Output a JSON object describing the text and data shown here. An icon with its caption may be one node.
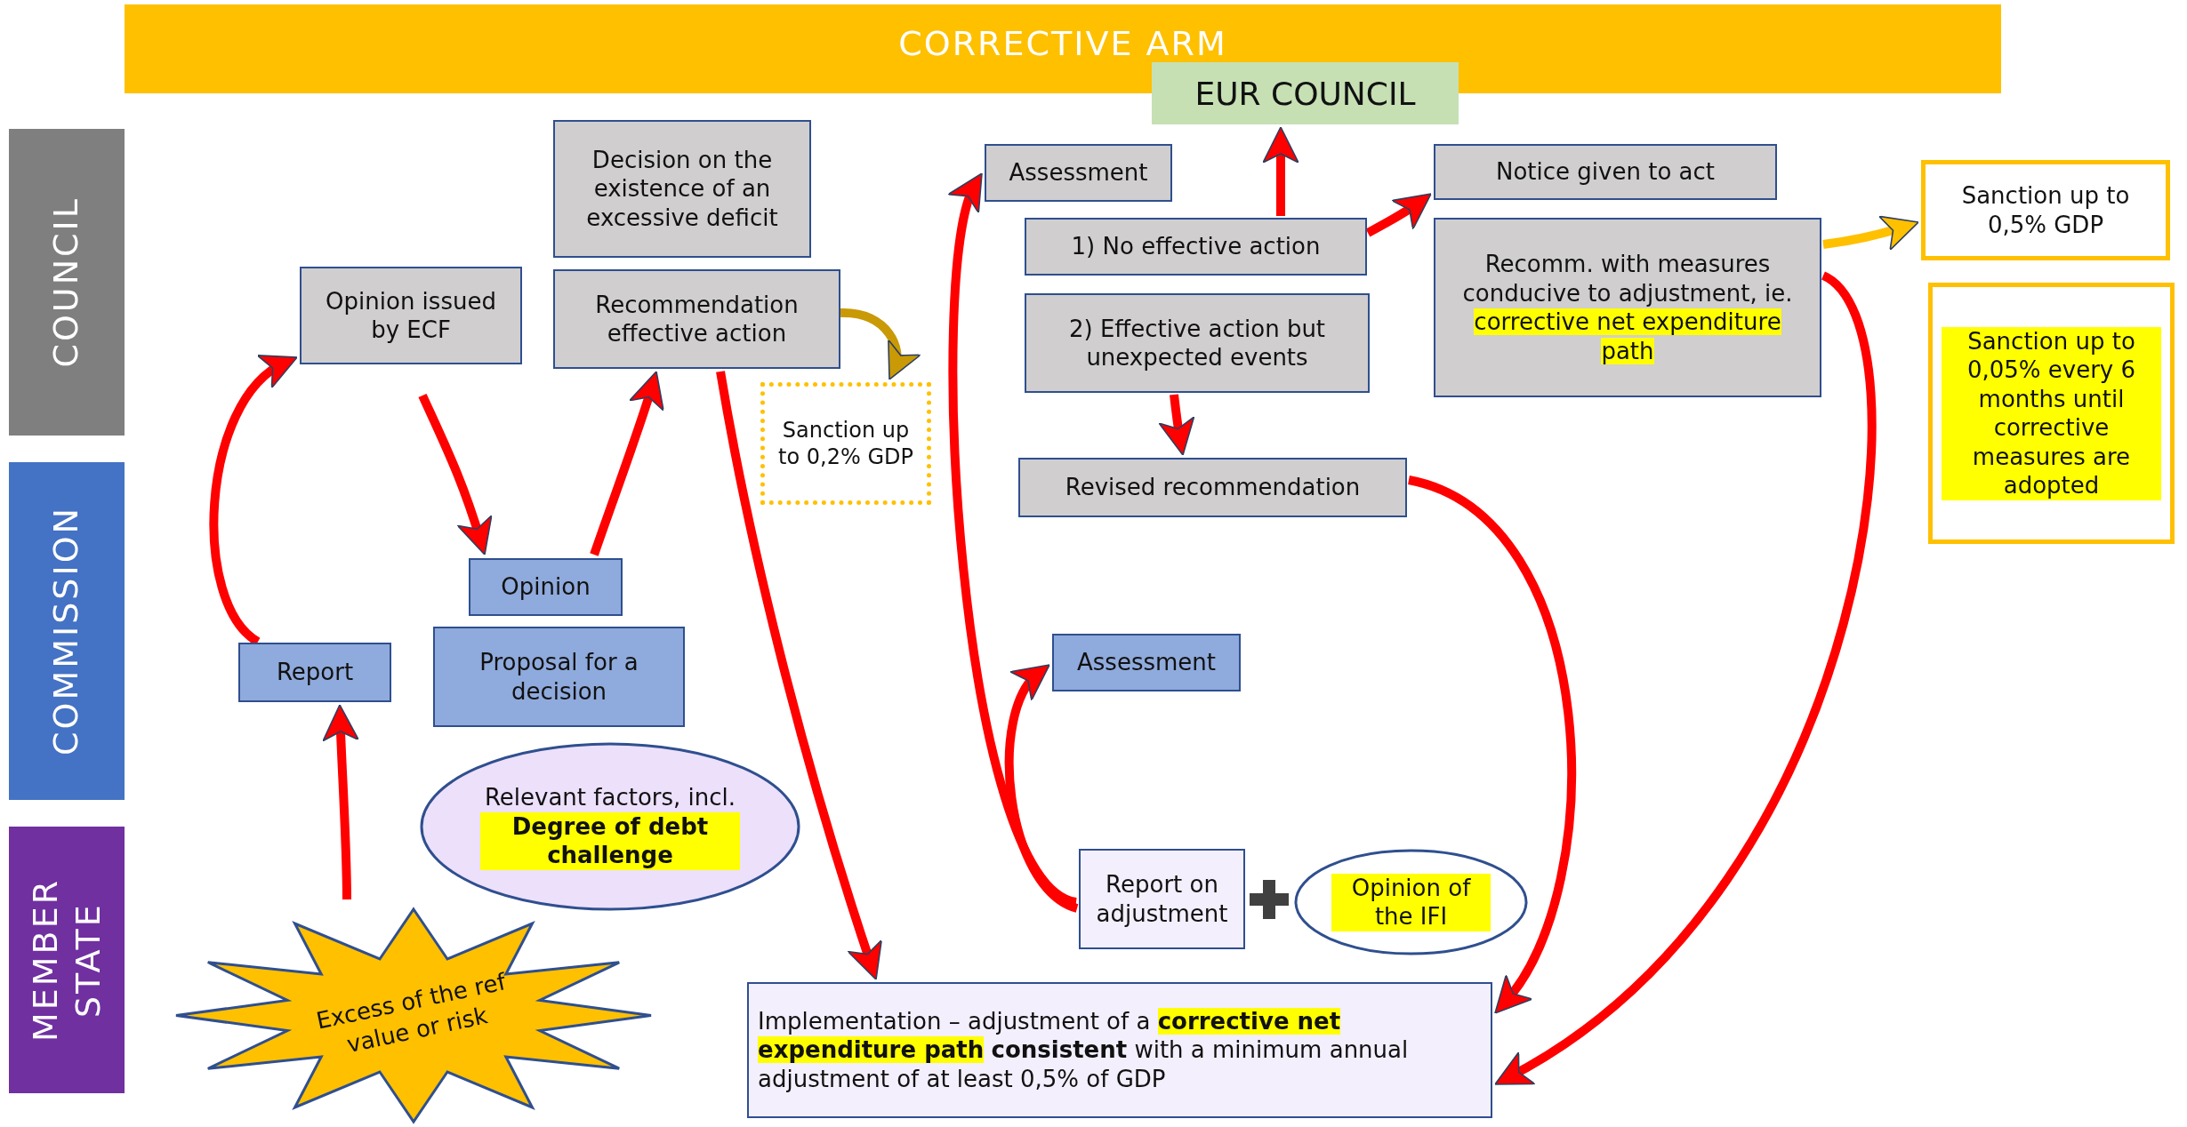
{
  "diagram": {
    "title": "CORRECTIVE ARM",
    "nodes": [
      {
        "text": [
          "COUNCIL"
        ]
      },
      {
        "text": [
          "COMMISSION"
        ]
      },
      {
        "text": [
          "MEMBER STATE"
        ]
      },
      {
        "text": [
          "EUR COUNCIL"
        ]
      },
      {
        "text": [
          "Decision on the existence of an excessive deficit"
        ]
      },
      {
        "text": [
          "Opinion issued by ECF"
        ]
      },
      {
        "text": [
          "Recommendation effective action"
        ]
      },
      {
        "text": [
          "Sanction up to 0,2% GDP"
        ]
      },
      {
        "text": [
          "Assessment"
        ]
      },
      {
        "text": [
          "1) No effective action"
        ]
      },
      {
        "text": [
          "2) Effective action but unexpected events"
        ]
      },
      {
        "text": [
          "Notice given to act"
        ]
      },
      {
        "text": [
          "Recomm. with measures conducive to adjustment, ie.",
          "corrective net expenditure path"
        ]
      },
      {
        "text": [
          "Sanction up to 0,5% GDP"
        ]
      },
      {
        "text": [
          "Sanction up to 0,05% every 6 months until corrective measures are adopted"
        ]
      },
      {
        "text": [
          "Revised recommendation"
        ]
      },
      {
        "text": [
          "Opinion"
        ]
      },
      {
        "text": [
          "Proposal for a decision"
        ]
      },
      {
        "text": [
          "Report"
        ]
      },
      {
        "text": [
          "Assessment"
        ]
      },
      {
        "text": [
          "Relevant factors, incl.",
          "Degree of debt challenge"
        ]
      },
      {
        "text": [
          "Excess of the ref value or risk"
        ]
      },
      {
        "text": [
          "Report on adjustment"
        ]
      },
      {
        "text": [
          "Opinion of the IFI"
        ]
      },
      {
        "text": [
          "Implementation – adjustment of a **corrective net expenditure path** **consistent** with a minimum annual adjustment of at least 0,5% of GDP"
        ]
      }
    ],
    "edges": [
      {
        "from": 21,
        "to": 18,
        "arrow": "to"
      },
      {
        "from": 18,
        "to": 5,
        "arrow": "to"
      },
      {
        "from": 5,
        "to": 16,
        "arrow": "to"
      },
      {
        "from": 16,
        "to": 6,
        "arrow": "to"
      },
      {
        "from": 6,
        "to": 7,
        "arrow": "to",
        "color": "#c99a06"
      },
      {
        "from": 6,
        "to": 24,
        "arrow": "to"
      },
      {
        "from": 22,
        "to": 8,
        "arrow": "to"
      },
      {
        "from": 22,
        "to": 19,
        "arrow": "to"
      },
      {
        "from": 9,
        "to": 3,
        "arrow": "to"
      },
      {
        "from": 9,
        "to": 11,
        "arrow": "to"
      },
      {
        "from": 10,
        "to": 15,
        "arrow": "to"
      },
      {
        "from": 15,
        "to": 24,
        "arrow": "to"
      },
      {
        "from": 12,
        "to": 13,
        "arrow": "to",
        "color": "#ffc000"
      },
      {
        "from": 12,
        "to": 24,
        "arrow": "to"
      }
    ]
  }
}
